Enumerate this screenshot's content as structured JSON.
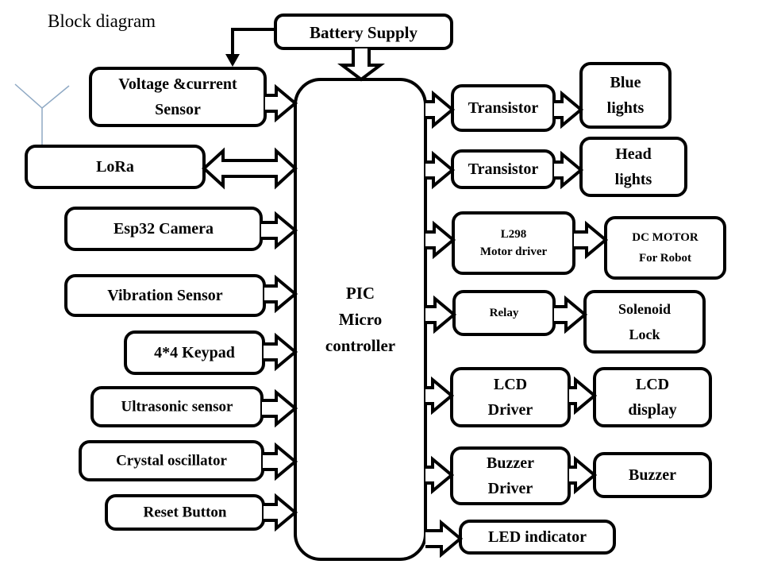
{
  "title": "Block diagram",
  "center": {
    "label": [
      "PIC",
      "Micro",
      "controller"
    ]
  },
  "power": {
    "label": [
      "Battery Supply"
    ]
  },
  "inputs": [
    {
      "id": "voltage-current-sensor",
      "label": [
        "Voltage &current",
        "Sensor"
      ],
      "direction": "in"
    },
    {
      "id": "lora",
      "label": [
        "LoRa"
      ],
      "direction": "bidirectional",
      "antenna": true
    },
    {
      "id": "esp32-camera",
      "label": [
        "Esp32 Camera"
      ],
      "direction": "in"
    },
    {
      "id": "vibration-sensor",
      "label": [
        "Vibration Sensor"
      ],
      "direction": "in"
    },
    {
      "id": "keypad",
      "label": [
        "4*4 Keypad"
      ],
      "direction": "in"
    },
    {
      "id": "ultrasonic-sensor",
      "label": [
        "Ultrasonic sensor"
      ],
      "direction": "in"
    },
    {
      "id": "crystal-oscillator",
      "label": [
        "Crystal oscillator"
      ],
      "direction": "in"
    },
    {
      "id": "reset-button",
      "label": [
        "Reset Button"
      ],
      "direction": "in"
    }
  ],
  "outputs": [
    {
      "id": "transistor-1",
      "label": [
        "Transistor"
      ],
      "target": {
        "id": "blue-lights",
        "label": [
          "Blue",
          "lights"
        ]
      }
    },
    {
      "id": "transistor-2",
      "label": [
        "Transistor"
      ],
      "target": {
        "id": "head-lights",
        "label": [
          "Head",
          "lights"
        ]
      }
    },
    {
      "id": "l298-motor-driver",
      "label": [
        "L298",
        "Motor driver"
      ],
      "target": {
        "id": "dc-motor",
        "label": [
          "DC MOTOR",
          "For Robot"
        ]
      }
    },
    {
      "id": "relay",
      "label": [
        "Relay"
      ],
      "target": {
        "id": "solenoid-lock",
        "label": [
          "Solenoid",
          "Lock"
        ]
      }
    },
    {
      "id": "lcd-driver",
      "label": [
        "LCD",
        "Driver"
      ],
      "target": {
        "id": "lcd-display",
        "label": [
          "LCD",
          "display"
        ]
      }
    },
    {
      "id": "buzzer-driver",
      "label": [
        "Buzzer",
        "Driver"
      ],
      "target": {
        "id": "buzzer",
        "label": [
          "Buzzer"
        ]
      }
    },
    {
      "id": "led-indicator",
      "label": [
        "LED indicator"
      ],
      "target": null
    }
  ]
}
